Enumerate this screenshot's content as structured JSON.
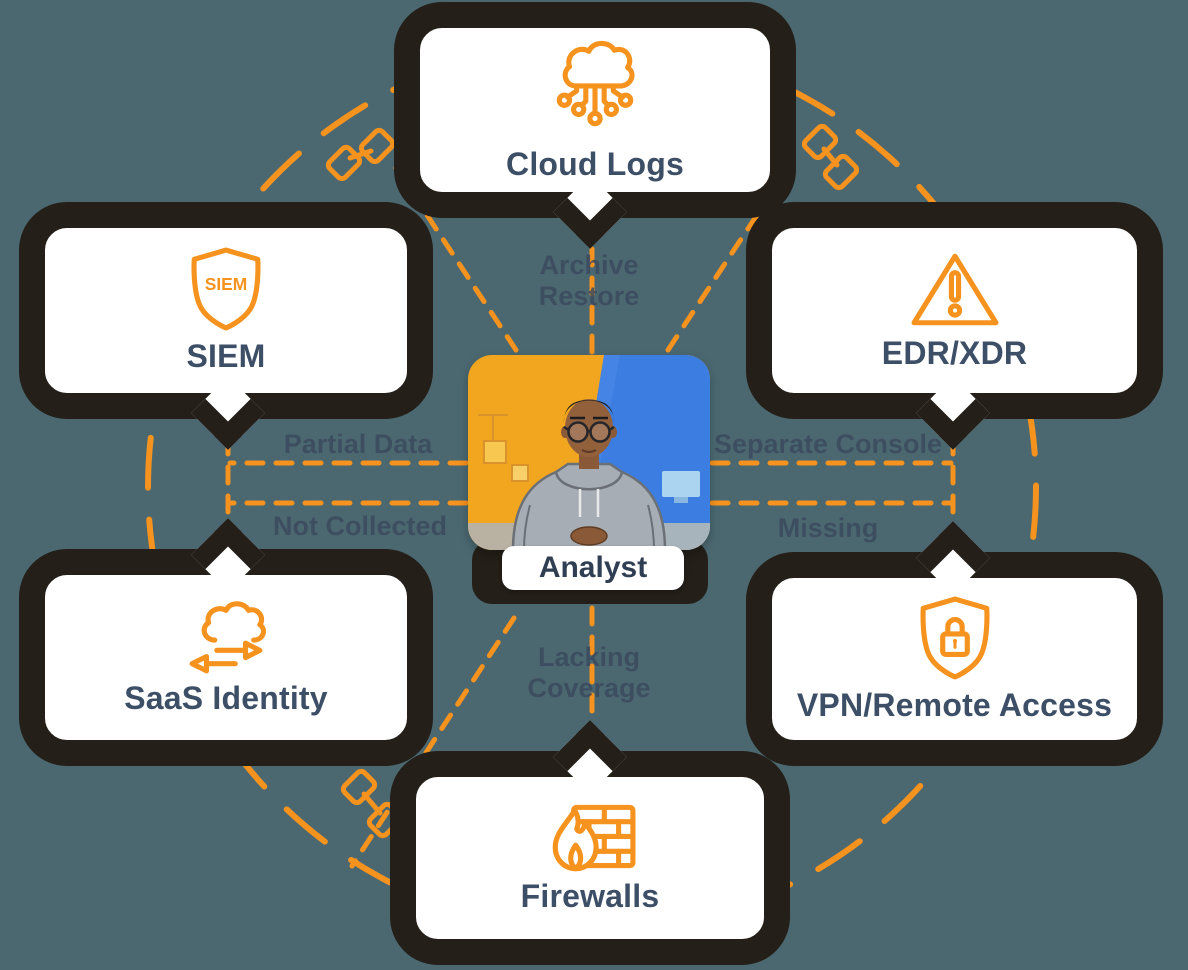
{
  "colors": {
    "background": "#4b6871",
    "accent_orange": "#f6921e",
    "bubble_border": "#241f18",
    "bubble_fill": "#ffffff",
    "node_label": "#3d4f66",
    "connector_label": "#3c4a5f"
  },
  "center": {
    "label": "Analyst",
    "portrait": "analyst-illustration (person in gray hoodie with glasses, yellow/blue split background)"
  },
  "nodes": [
    {
      "id": "cloud-logs",
      "label": "Cloud Logs",
      "icon": "cloud-circuit-icon"
    },
    {
      "id": "siem",
      "label": "SIEM",
      "icon": "siem-shield-icon",
      "icon_badge": "SIEM"
    },
    {
      "id": "edr-xdr",
      "label": "EDR/XDR",
      "icon": "warning-triangle-icon"
    },
    {
      "id": "saas-identity",
      "label": "SaaS Identity",
      "icon": "cloud-sync-icon"
    },
    {
      "id": "vpn",
      "label": "VPN/Remote Access",
      "icon": "shield-lock-icon"
    },
    {
      "id": "firewalls",
      "label": "Firewalls",
      "icon": "firewall-flame-icon"
    }
  ],
  "connectors": {
    "top": "Archive Restore",
    "left_top": "Partial Data",
    "left_bottom": "Not Collected",
    "right_top": "Separate Console",
    "right_bottom": "Missing",
    "bottom": "Lacking Coverage"
  },
  "decorations": {
    "circle": "large dashed orange circle",
    "link_icons": 3,
    "link_icon_name": "network-link-icon"
  }
}
